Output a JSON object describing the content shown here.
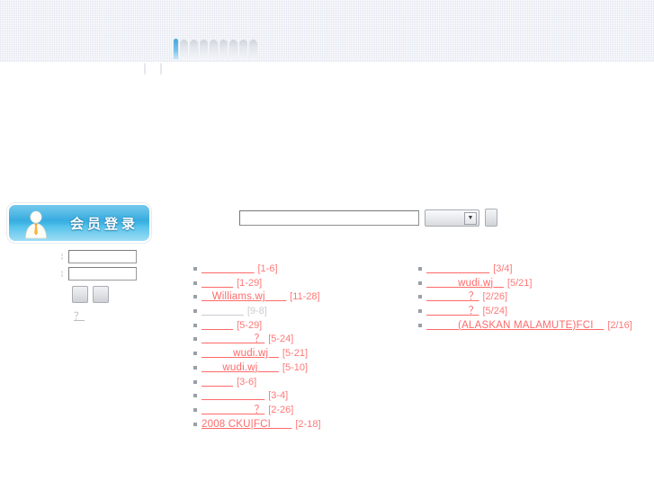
{
  "header": {
    "logo_arch_count": 9,
    "logo_accent_color": "#3fa9dd",
    "nav_placeholder_count": 2
  },
  "login": {
    "banner_title": "会员登录",
    "avatar_icon": "person-avatar-icon",
    "banner_gradient_start": "#3ab2e4",
    "banner_gradient_end": "#9fdcf4",
    "username": {
      "label": "：",
      "value": "",
      "placeholder": ""
    },
    "password": {
      "label": "：",
      "value": "",
      "placeholder": ""
    },
    "submit_label": "",
    "reset_label": "",
    "register_link": "？"
  },
  "search": {
    "input_value": "",
    "input_placeholder": "",
    "select_value": "",
    "select_caret_icon": "chevron-down-icon",
    "button_label": ""
  },
  "news_left": {
    "items": [
      {
        "title": "＿＿＿＿＿",
        "date": "[1-6]",
        "visited": false
      },
      {
        "title": "＿＿＿",
        "date": "[1-29]",
        "visited": false
      },
      {
        "title": "＿Williams.wj＿＿",
        "date": "[11-28]",
        "visited": false
      },
      {
        "title": "＿＿＿＿",
        "date": "[9-8]",
        "visited": true
      },
      {
        "title": "＿＿＿",
        "date": "[5-29]",
        "visited": false
      },
      {
        "title": "＿＿＿＿＿？",
        "date": "[5-24]",
        "visited": false
      },
      {
        "title": "＿＿＿wudi.wj＿",
        "date": "[5-21]",
        "visited": false
      },
      {
        "title": "＿＿wudi.wj＿＿",
        "date": "[5-10]",
        "visited": false
      },
      {
        "title": "＿＿＿",
        "date": "[3-6]",
        "visited": false
      },
      {
        "title": "＿＿＿＿＿＿",
        "date": "[3-4]",
        "visited": false
      },
      {
        "title": "＿＿＿＿＿？",
        "date": "[2-26]",
        "visited": false
      },
      {
        "title": "2008 CKU|FCI＿＿",
        "date": "[2-18]",
        "visited": false
      }
    ]
  },
  "news_right": {
    "items": [
      {
        "title": "＿＿＿＿＿＿",
        "date": "[3/4]",
        "visited": false
      },
      {
        "title": "＿＿＿wudi.wj＿",
        "date": "[5/21]",
        "visited": false
      },
      {
        "title": "＿＿＿＿？",
        "date": "[2/26]",
        "visited": false
      },
      {
        "title": "＿＿＿＿？",
        "date": "[5/24]",
        "visited": false
      },
      {
        "title": "＿＿＿(ALASKAN MALAMUTE)FCI＿",
        "date": "[2/16]",
        "visited": false
      }
    ]
  }
}
